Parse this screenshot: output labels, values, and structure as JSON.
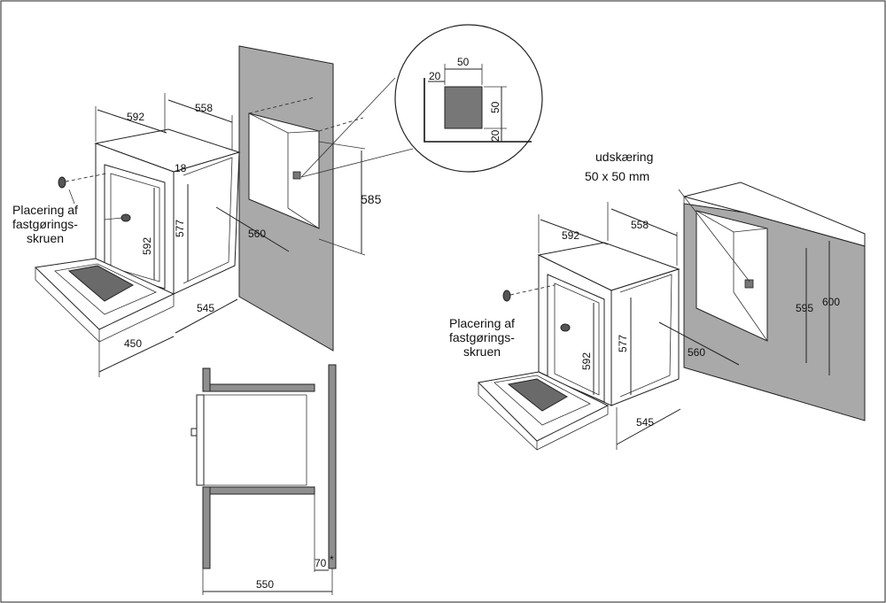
{
  "left_unit": {
    "dims": {
      "width": "592",
      "depth": "558",
      "panel": "18",
      "height": "577",
      "door_height": "592",
      "door_depth": "545",
      "door_open": "450",
      "cut_depth": "560",
      "cut_height": "585"
    },
    "screw_label": [
      "Placering af",
      "fastgørings-",
      "skruen"
    ]
  },
  "detail": {
    "offset_x": "20",
    "size_w": "50",
    "size_h": "50",
    "offset_y": "20"
  },
  "right_unit": {
    "cutout_label": [
      "udskæring",
      "50 x 50 mm"
    ],
    "dims": {
      "width": "592",
      "depth": "558",
      "height": "577",
      "door_height": "592",
      "door_depth": "545",
      "cut_depth": "560",
      "cut_inner": "595",
      "cut_outer": "600"
    },
    "screw_label": [
      "Placering af",
      "fastgørings-",
      "skruen"
    ]
  },
  "side_view": {
    "gap": "70",
    "gap_mark": "*",
    "depth": "550"
  }
}
